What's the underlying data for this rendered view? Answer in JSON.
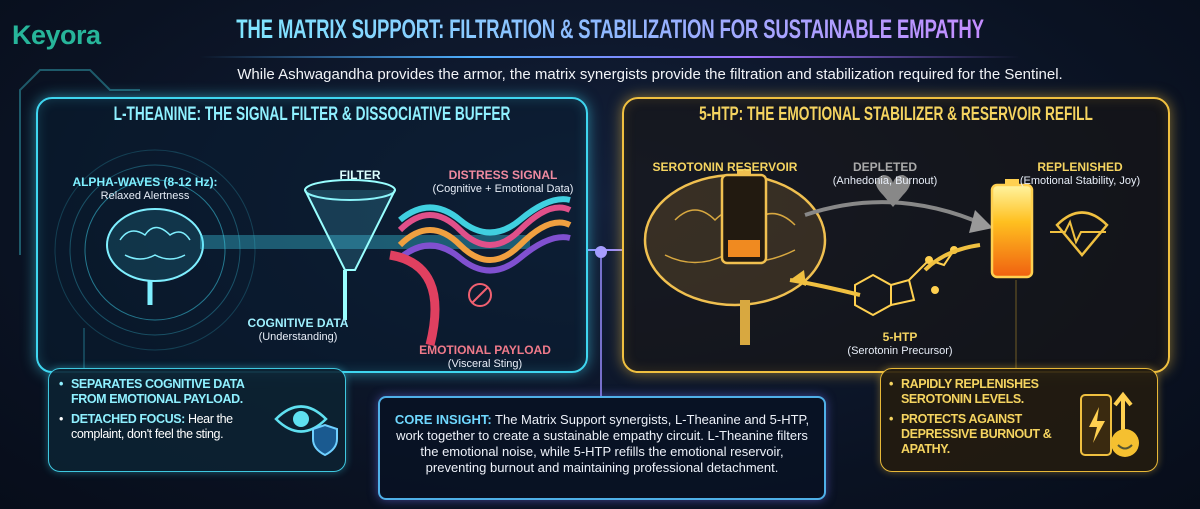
{
  "brand": {
    "logo": "Keyora"
  },
  "header": {
    "title": "THE MATRIX SUPPORT: FILTRATION & STABILIZATION FOR SUSTAINABLE EMPATHY",
    "subtitle": "While Ashwagandha provides the armor, the matrix synergists provide the filtration and stabilization required for the Sentinel."
  },
  "left_panel": {
    "title": "L-THEANINE: THE SIGNAL FILTER & DISSOCIATIVE BUFFER",
    "alpha": {
      "title": "ALPHA-WAVES (8-12 Hz):",
      "sub": "Relaxed Alertness"
    },
    "filter": "FILTER",
    "distress": {
      "title": "DISTRESS SIGNAL",
      "sub": "(Cognitive + Emotional Data)"
    },
    "cognitive": {
      "title": "COGNITIVE DATA",
      "sub": "(Understanding)"
    },
    "emotional": {
      "title": "EMOTIONAL PAYLOAD",
      "sub": "(Visceral Sting)"
    },
    "bullets": [
      {
        "bold": "SEPARATES COGNITIVE DATA FROM EMOTIONAL PAYLOAD.",
        "text": ""
      },
      {
        "bold": "DETACHED FOCUS:",
        "text": " Hear the complaint, don't feel the sting."
      }
    ]
  },
  "right_panel": {
    "title": "5-HTP: THE EMOTIONAL STABILIZER & RESERVOIR REFILL",
    "reservoir": "SEROTONIN RESERVOIR",
    "depleted": {
      "title": "DEPLETED",
      "sub": "(Anhedonia, Burnout)"
    },
    "replenished": {
      "title": "REPLENISHED",
      "sub": "(Emotional Stability, Joy)"
    },
    "htp": {
      "title": "5-HTP",
      "sub": "(Serotonin Precursor)"
    },
    "bullets": [
      "RAPIDLY REPLENISHES SEROTONIN LEVELS.",
      "PROTECTS AGAINST DEPRESSIVE BURNOUT & APATHY."
    ]
  },
  "core_insight": {
    "label": "CORE INSIGHT:",
    "text": " The Matrix Support synergists, L-Theanine and 5-HTP, work together to create a sustainable empathy circuit. L-Theanine filters the emotional noise, while 5-HTP refills the emotional reservoir, preventing burnout and maintaining professional detachment."
  },
  "colors": {
    "cyan": "#3fd6f0",
    "gold": "#f0c040",
    "background": "#0a1222",
    "distress": "#f08aa0"
  }
}
